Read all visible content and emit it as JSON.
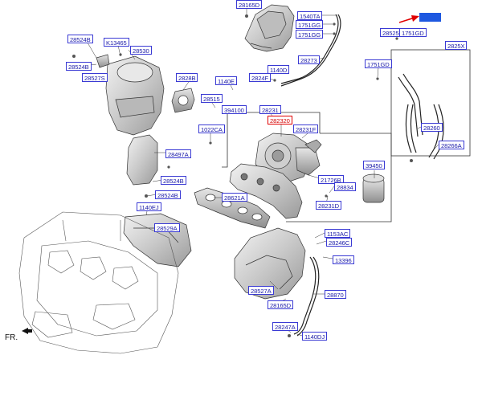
{
  "labels": {
    "l_28165d": "28165D",
    "l_1540ta": "1540TA",
    "l_1751gg_a": "1751GG",
    "l_1751gg_b": "1751GG",
    "l_28525": "28525",
    "l_1751gd_a": "1751GD",
    "l_2825x": "2825X",
    "l_28524b_a": "28524B",
    "l_k13465": "K13465",
    "l_28530": "28530",
    "l_28524b_b": "28524B",
    "l_28527s": "28527S",
    "l_2828b": "2828B",
    "l_1140e_a": "1140E",
    "l_1140d_a": "1140D",
    "l_2824f": "2824F",
    "l_28273": "28273",
    "l_1751gd_b": "1751GD",
    "l_28515": "28515",
    "l_394100": "394100",
    "l_28231": "28231",
    "l_282320": "282320",
    "l_1022ca": "1022CA",
    "l_28231f": "28231F",
    "l_28260": "28260",
    "l_28266a": "28266A",
    "l_28497a": "28497A",
    "l_28524b_c": "28524B",
    "l_28524b_d": "28524B",
    "l_39450": "39450",
    "l_21726b": "21726B",
    "l_28621a": "28621A",
    "l_28834": "28834",
    "l_28231d": "28231D",
    "l_1140ej": "1140EJ",
    "l_28529a": "28529A",
    "l_1153ac": "1153AC",
    "l_28246c": "28246C",
    "l_13396": "13396",
    "l_28527a": "28527A",
    "l_28870": "28870",
    "l_28165d_b": "28165D",
    "l_28247a": "28247A",
    "l_1140dj": "1140DJ",
    "l_28525_sel": "28525"
  },
  "orientation": {
    "fr": "FR."
  },
  "colors": {
    "label_border": "#3a3ad4",
    "label_text": "#1a1aa8",
    "highlight": "#e00000",
    "selected": "#1e58e0",
    "line": "#222222",
    "part_fill": "#d6d6d6"
  }
}
